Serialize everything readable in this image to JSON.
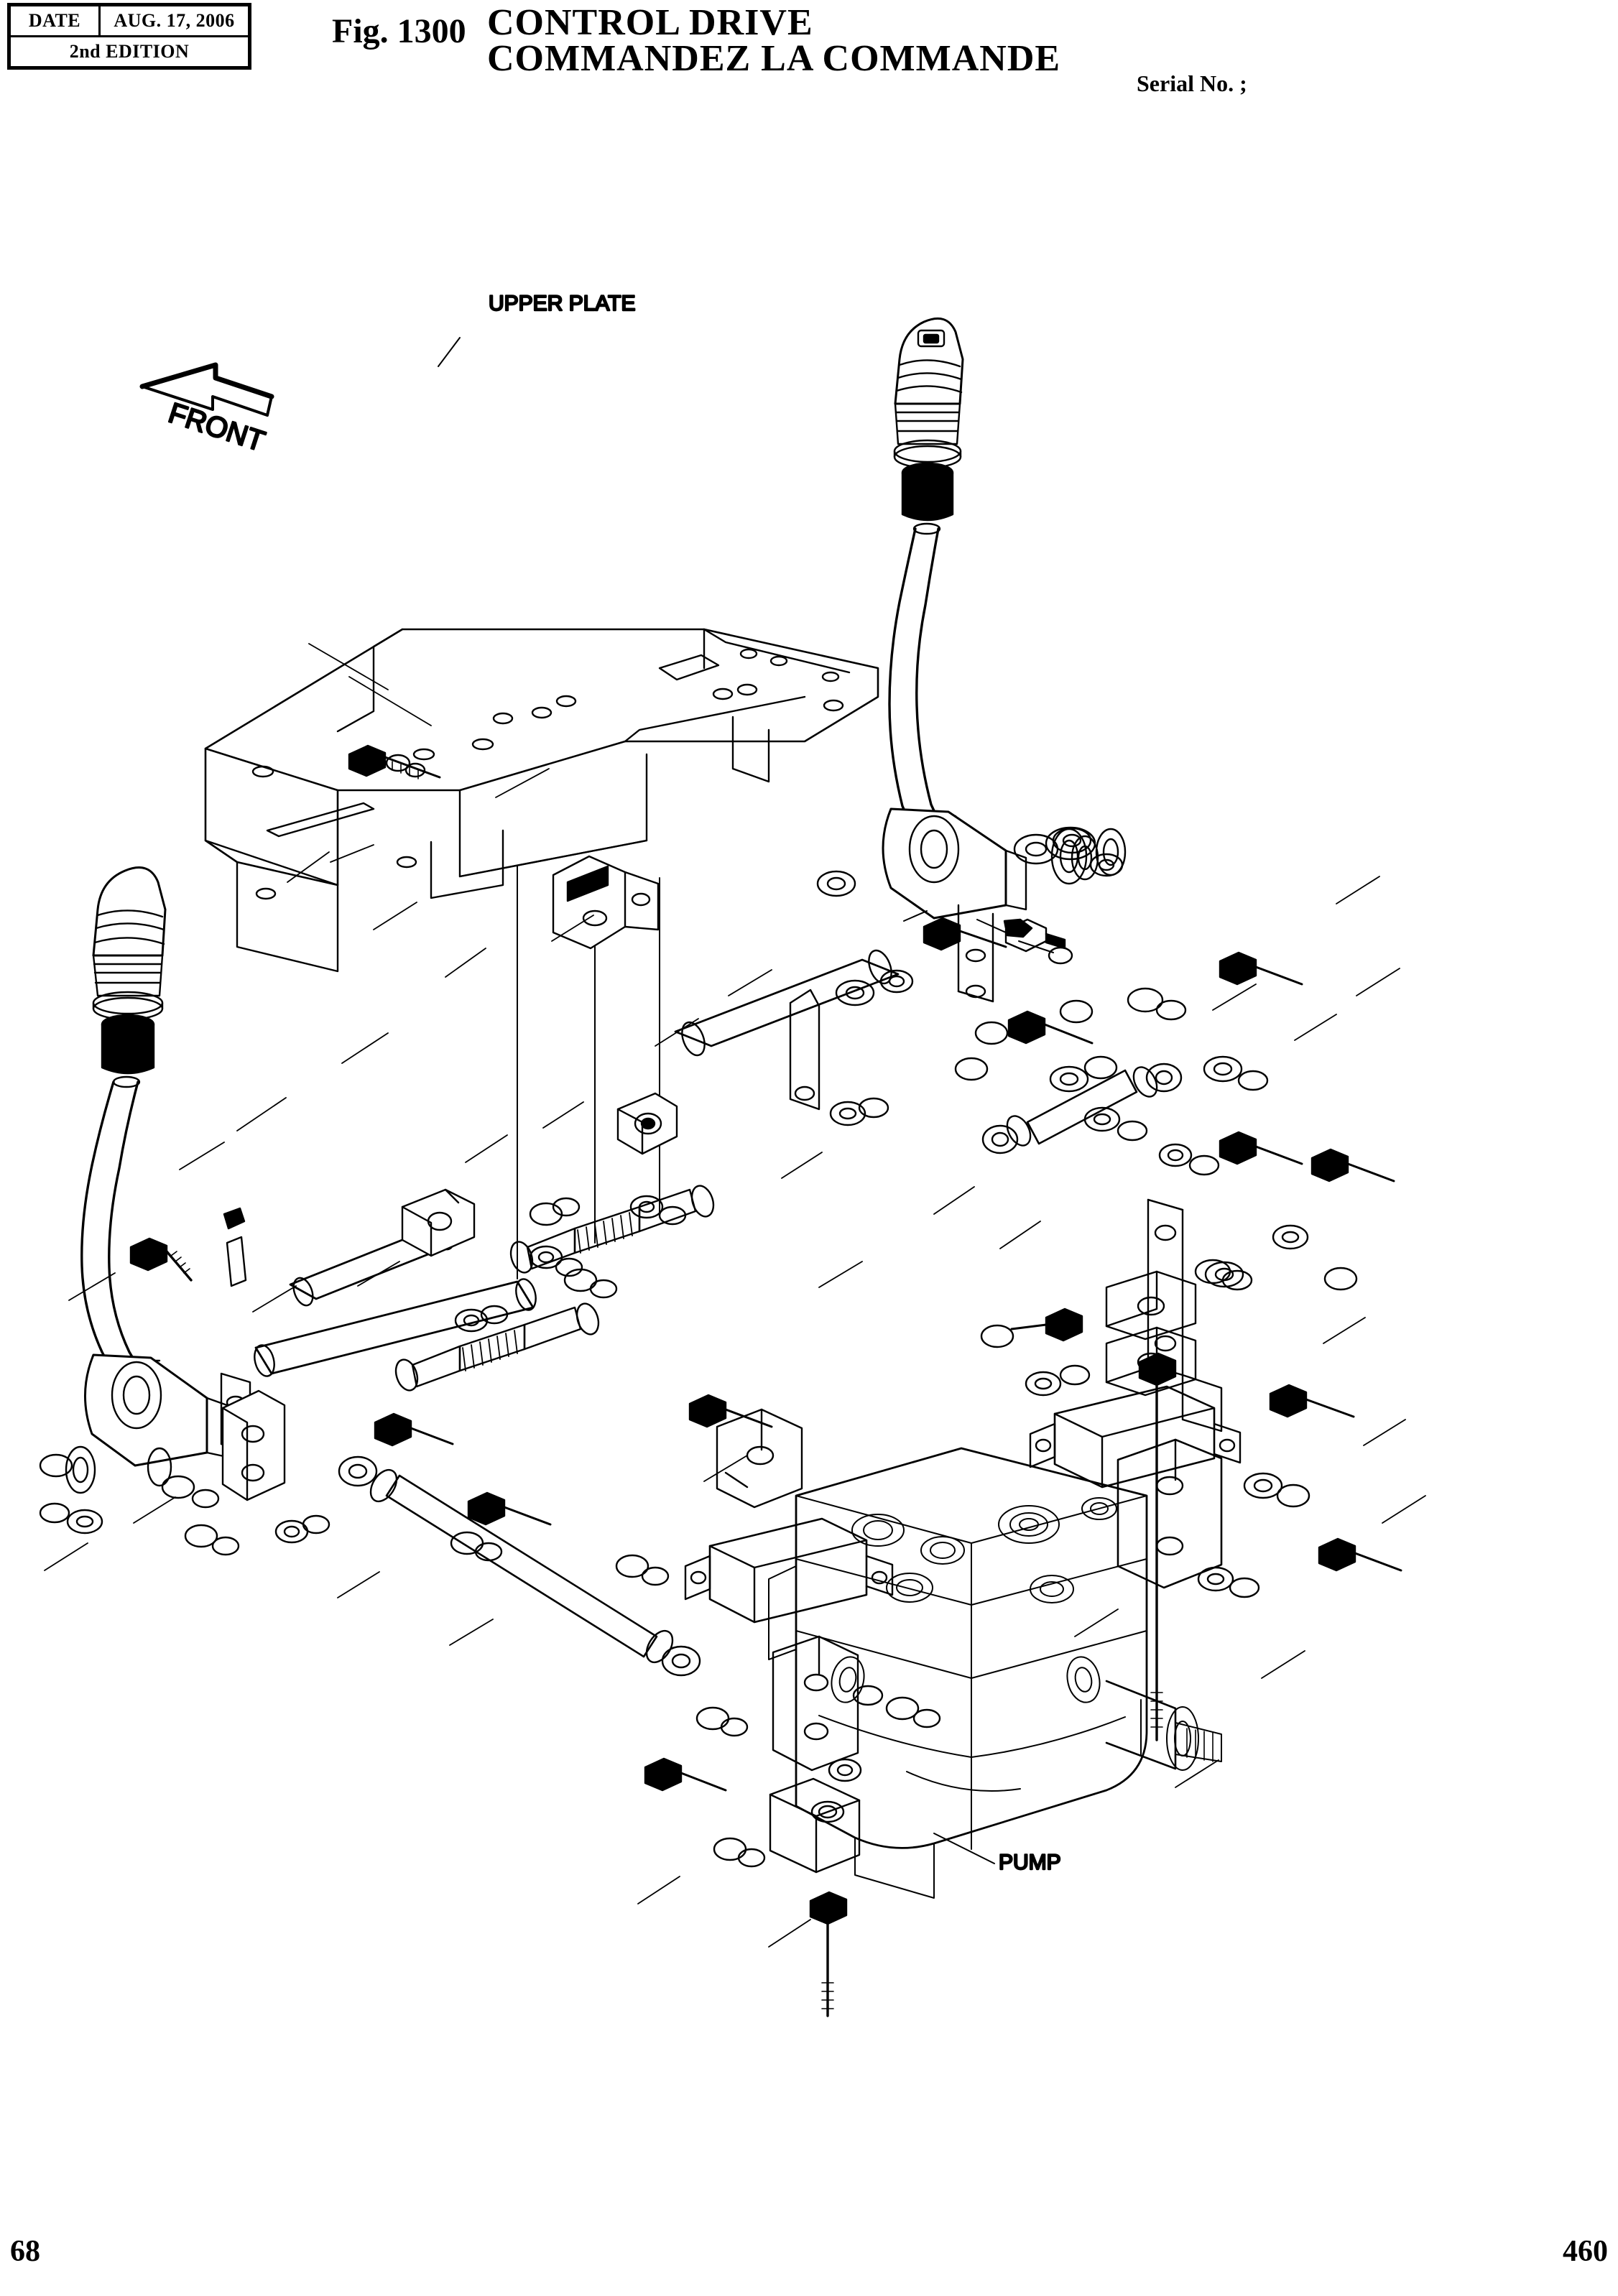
{
  "header": {
    "date_label": "DATE",
    "date_value": "AUG. 17, 2006",
    "edition": "2nd EDITION",
    "figure_number": "Fig. 1300",
    "title_en": "CONTROL  DRIVE",
    "title_fr": "COMMANDEZ  LA  COMMANDE",
    "serial_no": "Serial No. ;"
  },
  "figure": {
    "callouts": {
      "front": "FRONT",
      "upper_plate": "UPPER PLATE",
      "pump": "PUMP"
    }
  },
  "footer": {
    "page_left": "68",
    "page_right": "460"
  },
  "colors": {
    "ink": "#000000",
    "paper": "#ffffff"
  }
}
